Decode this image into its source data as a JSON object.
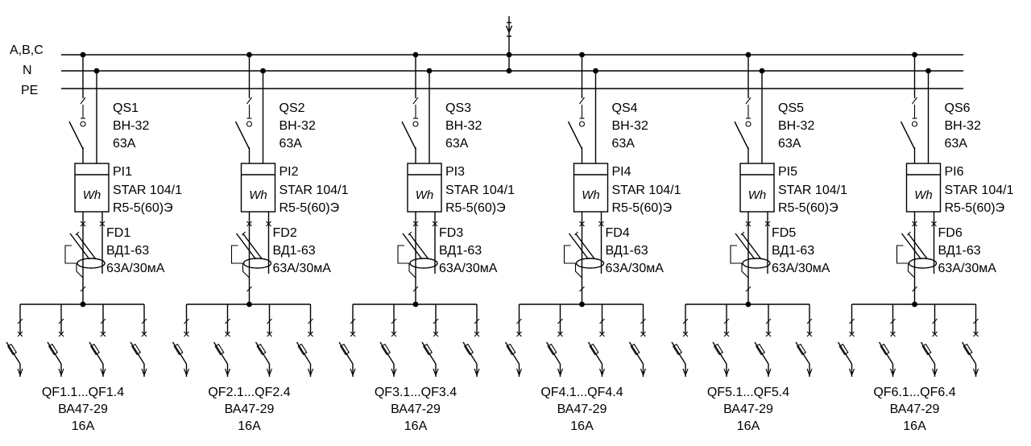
{
  "bus_labels": {
    "phases": "A,B,C",
    "neutral": "N",
    "pe": "PE"
  },
  "meter_symbol": "Wh",
  "groups": [
    {
      "switch_id": "QS1",
      "switch_model": "ВН-32",
      "switch_rating": "63А",
      "meter_id": "PI1",
      "meter_model": "STAR 104/1",
      "meter_rating": "R5-5(60)Э",
      "rcd_id": "FD1",
      "rcd_model": "ВД1-63",
      "rcd_rating": "63А/30мА",
      "breakers_id": "QF1.1...QF1.4",
      "breakers_model": "ВА47-29",
      "breakers_rating": "16А"
    },
    {
      "switch_id": "QS2",
      "switch_model": "ВН-32",
      "switch_rating": "63А",
      "meter_id": "PI2",
      "meter_model": "STAR 104/1",
      "meter_rating": "R5-5(60)Э",
      "rcd_id": "FD2",
      "rcd_model": "ВД1-63",
      "rcd_rating": "63А/30мА",
      "breakers_id": "QF2.1...QF2.4",
      "breakers_model": "ВА47-29",
      "breakers_rating": "16А"
    },
    {
      "switch_id": "QS3",
      "switch_model": "ВН-32",
      "switch_rating": "63А",
      "meter_id": "PI3",
      "meter_model": "STAR 104/1",
      "meter_rating": "R5-5(60)Э",
      "rcd_id": "FD3",
      "rcd_model": "ВД1-63",
      "rcd_rating": "63А/30мА",
      "breakers_id": "QF3.1...QF3.4",
      "breakers_model": "ВА47-29",
      "breakers_rating": "16А"
    },
    {
      "switch_id": "QS4",
      "switch_model": "ВН-32",
      "switch_rating": "63А",
      "meter_id": "PI4",
      "meter_model": "STAR 104/1",
      "meter_rating": "R5-5(60)Э",
      "rcd_id": "FD4",
      "rcd_model": "ВД1-63",
      "rcd_rating": "63А/30мА",
      "breakers_id": "QF4.1...QF4.4",
      "breakers_model": "ВА47-29",
      "breakers_rating": "16А"
    },
    {
      "switch_id": "QS5",
      "switch_model": "ВН-32",
      "switch_rating": "63А",
      "meter_id": "PI5",
      "meter_model": "STAR 104/1",
      "meter_rating": "R5-5(60)Э",
      "rcd_id": "FD5",
      "rcd_model": "ВД1-63",
      "rcd_rating": "63А/30мА",
      "breakers_id": "QF5.1...QF5.4",
      "breakers_model": "ВА47-29",
      "breakers_rating": "16А"
    },
    {
      "switch_id": "QS6",
      "switch_model": "ВН-32",
      "switch_rating": "63А",
      "meter_id": "PI6",
      "meter_model": "STAR 104/1",
      "meter_rating": "R5-5(60)Э",
      "rcd_id": "FD6",
      "rcd_model": "ВД1-63",
      "rcd_rating": "63А/30мА",
      "breakers_id": "QF6.1...QF6.4",
      "breakers_model": "ВА47-29",
      "breakers_rating": "16А"
    }
  ]
}
